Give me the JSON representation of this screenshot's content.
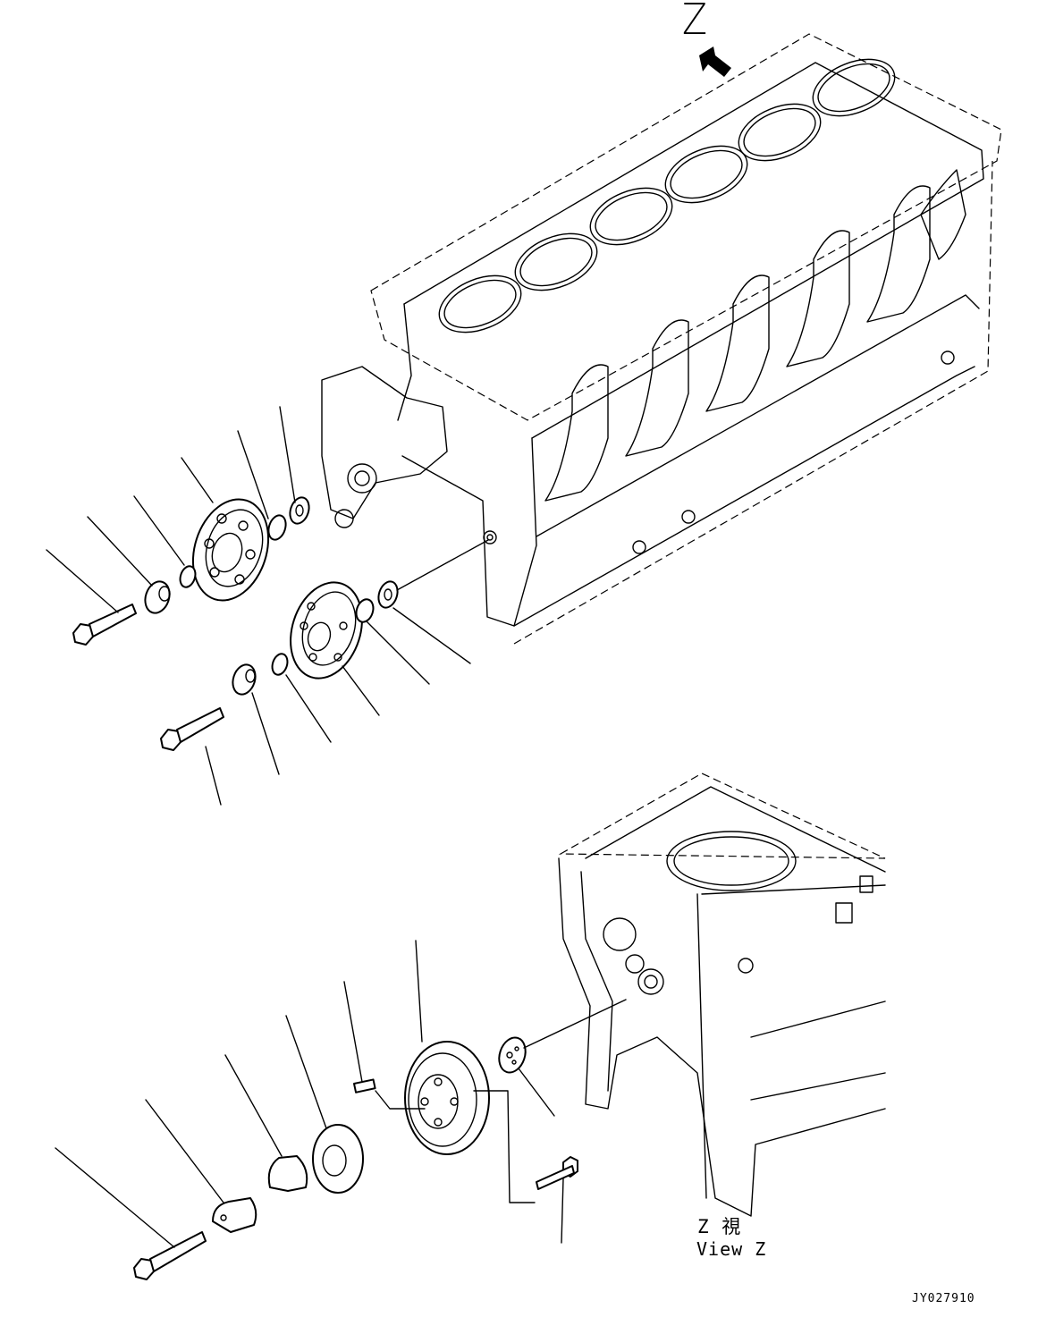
{
  "view_marker": {
    "letter": "Z"
  },
  "view_caption": {
    "japanese": "Z 視",
    "english": "View Z"
  },
  "drawing_code": "JY027910",
  "icons": {
    "view_arrow": "view-direction-arrow-icon"
  }
}
